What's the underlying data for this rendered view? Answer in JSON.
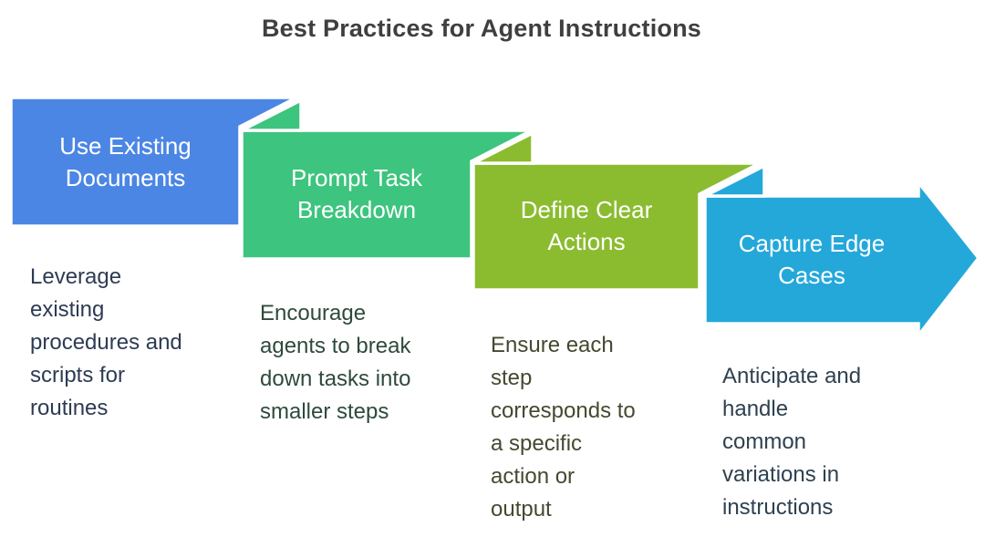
{
  "title": "Best Practices for Agent Instructions",
  "title_color": "#3f3f3f",
  "background_color": "#ffffff",
  "steps": [
    {
      "label": [
        "Use Existing",
        "Documents"
      ],
      "color": "#4c86e4",
      "label_color": "#ffffff",
      "desc": [
        "Leverage",
        "existing",
        "procedures and",
        "scripts for",
        "routines"
      ],
      "desc_color": "#2d3b53"
    },
    {
      "label": [
        "Prompt Task",
        "Breakdown"
      ],
      "color": "#3dc47e",
      "label_color": "#ffffff",
      "desc": [
        "Encourage",
        "agents to break",
        "down tasks into",
        "smaller steps"
      ],
      "desc_color": "#2e4a3c"
    },
    {
      "label": [
        "Define Clear",
        "Actions"
      ],
      "color": "#8bbc30",
      "label_color": "#ffffff",
      "desc": [
        "Ensure each",
        "step",
        "corresponds to",
        "a specific",
        "action or",
        "output"
      ],
      "desc_color": "#434a30"
    },
    {
      "label": [
        "Capture Edge",
        "Cases"
      ],
      "color": "#24a8da",
      "label_color": "#ffffff",
      "desc": [
        "Anticipate and",
        "handle",
        "common",
        "variations in",
        "instructions"
      ],
      "desc_color": "#2e4150"
    }
  ]
}
